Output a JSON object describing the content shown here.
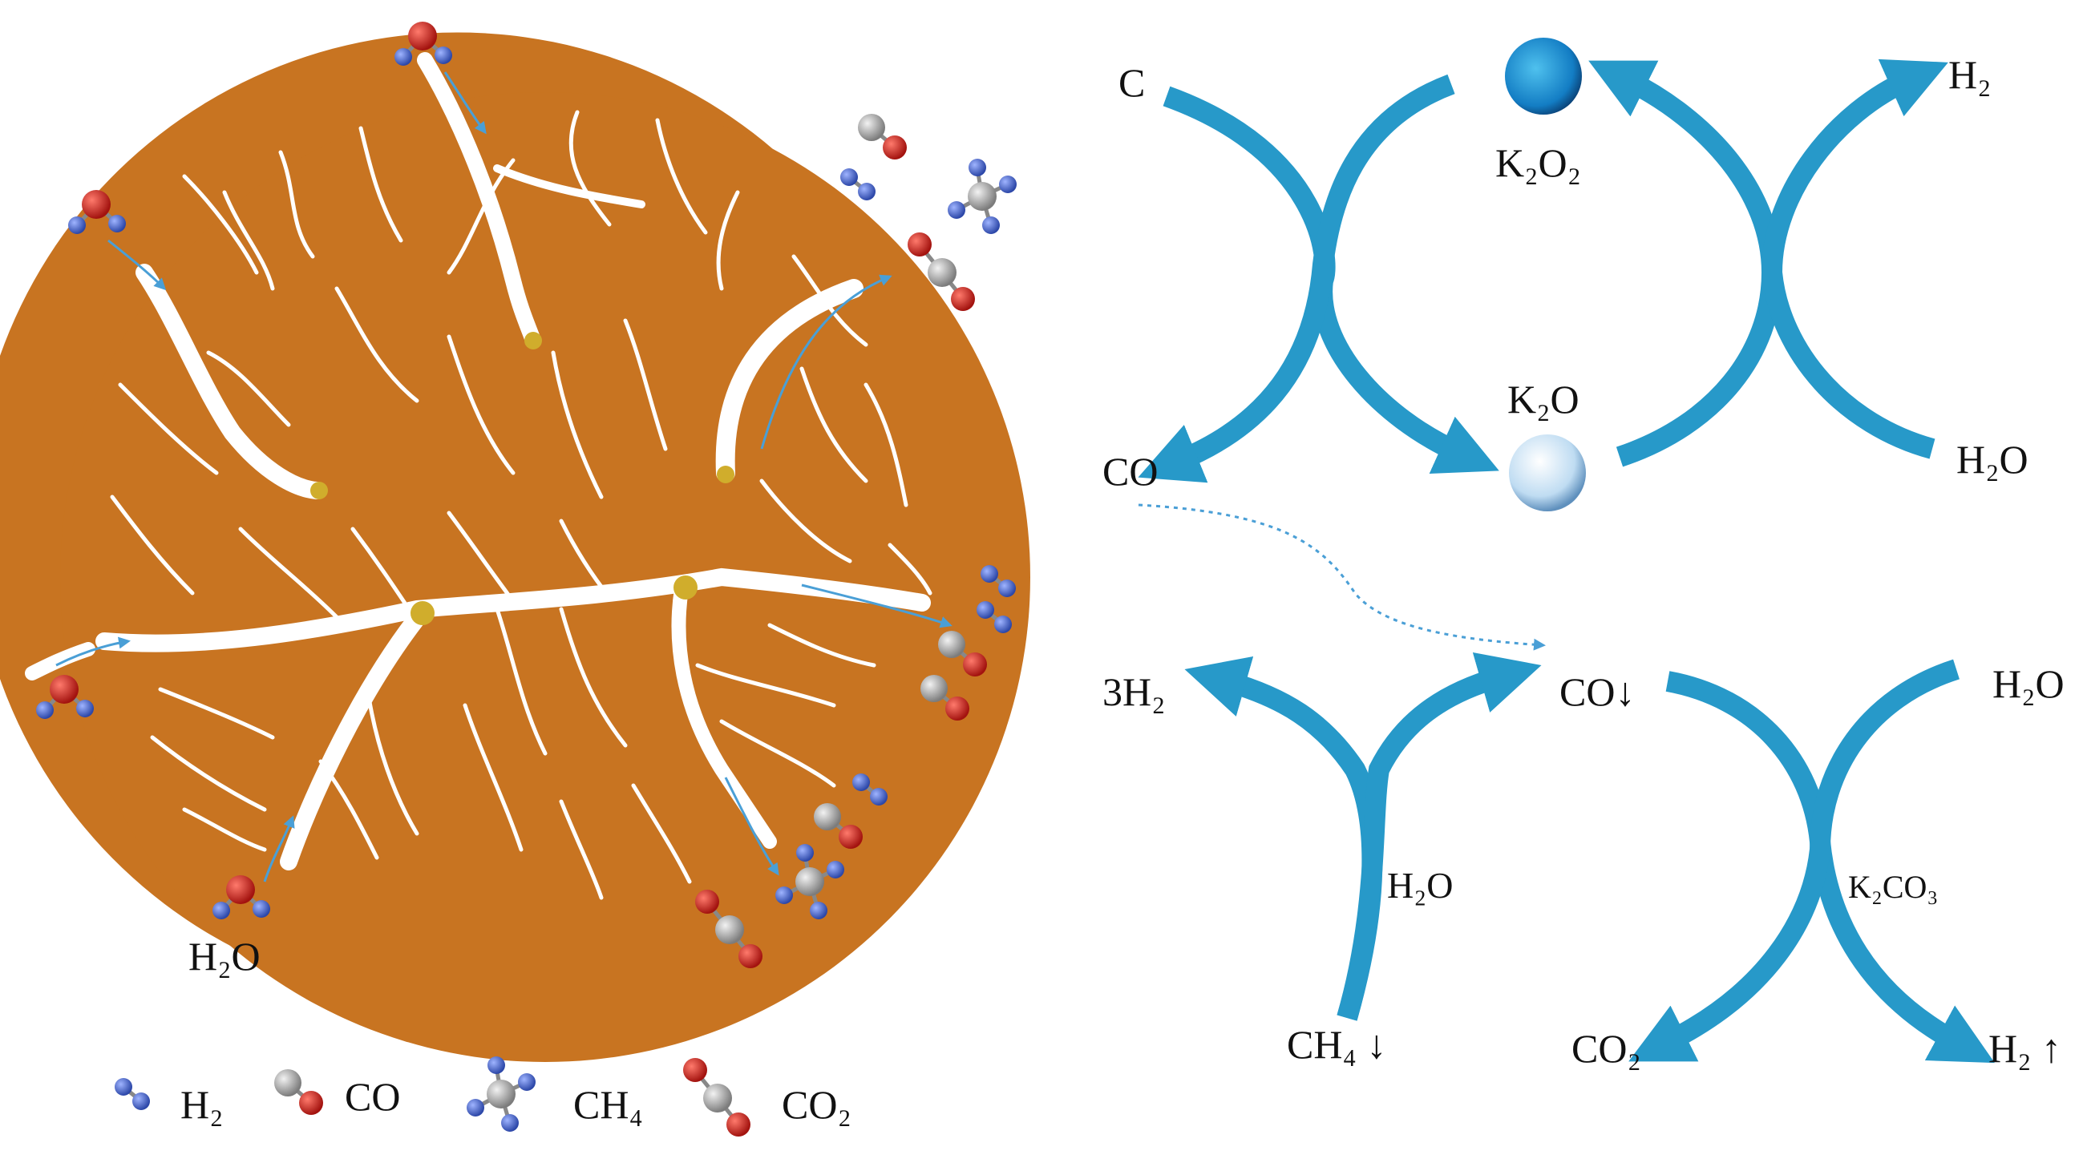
{
  "colors": {
    "particle": "#c87421",
    "pore": "#ffffff",
    "cycle_arrow": "#2799c9",
    "flow_arrow": "#4a9fd6",
    "hydrogen_atom": "#3e5fc4",
    "oxygen_atom": "#c8211c",
    "carbon_atom": "#a8a8a8",
    "site": "#d0ad2c",
    "k2o2_sphere": "#1a86c9",
    "k2o_sphere": "#cfe3f3"
  },
  "icons": {
    "water": "water-molecule-icon",
    "hydrogen": "hydrogen-molecule-icon",
    "carbon_monoxide": "carbon-monoxide-molecule-icon",
    "methane": "methane-molecule-icon",
    "carbon_dioxide": "carbon-dioxide-molecule-icon"
  },
  "particle": {
    "inlet_label": "H₂O"
  },
  "legend": [
    {
      "key": "h2",
      "label": "H₂"
    },
    {
      "key": "co",
      "label": "CO"
    },
    {
      "key": "ch4",
      "label": "CH₄"
    },
    {
      "key": "co2",
      "label": "CO₂"
    }
  ],
  "cycle_top": {
    "c": "C",
    "co": "CO",
    "k2o2": "K₂O₂",
    "k2o": "K₂O",
    "h2": "H₂",
    "h2o": "H₂O"
  },
  "cycle_bottom": {
    "three_h2": "3H₂",
    "h2o_mid": "H₂O",
    "ch4": "CH₄ ↓",
    "co": "CO↓",
    "h2o_right": "H₂O",
    "k2co3": "K₂CO₃",
    "co2": "CO₂",
    "h2": "H₂ ↑"
  }
}
